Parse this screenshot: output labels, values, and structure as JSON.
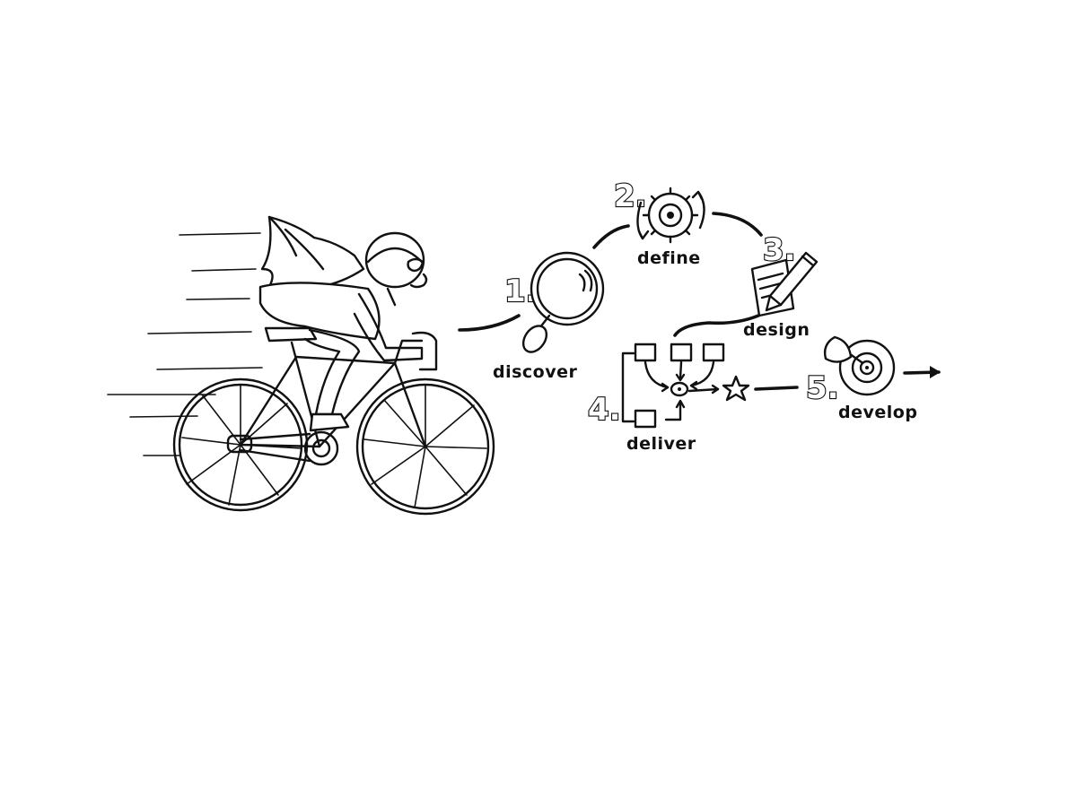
{
  "stages": [
    {
      "number": "1.",
      "label": "discover",
      "icon": "magnifying-glass-icon"
    },
    {
      "number": "2.",
      "label": "define",
      "icon": "gear-icon"
    },
    {
      "number": "3.",
      "label": "design",
      "icon": "pencil-paper-icon"
    },
    {
      "number": "4.",
      "label": "deliver",
      "icon": "flowchart-icon"
    },
    {
      "number": "5.",
      "label": "develop",
      "icon": "target-arrow-icon"
    }
  ],
  "colors": {
    "ink": "#111111",
    "background": "#ffffff"
  }
}
